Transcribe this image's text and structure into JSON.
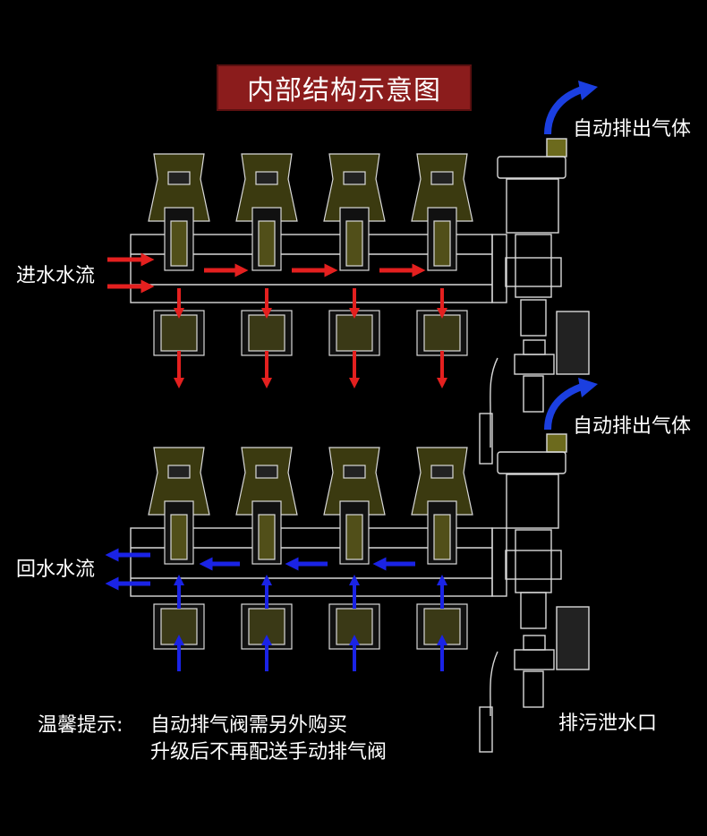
{
  "title": "内部结构示意图",
  "labels": {
    "air_top": "自动排出气体",
    "air_bottom": "自动排出气体",
    "inflow": "进水水流",
    "return_flow": "回水水流",
    "drain": "排污泄水口",
    "tip_prefix": "温馨提示:",
    "tip_line1": "自动排气阀需另外购买",
    "tip_line2": "升级后不再配送手动排气阀"
  },
  "colors": {
    "background": "#000000",
    "title_bg": "#8b1c1c",
    "supply_arrow": "#e4201f",
    "return_arrow": "#1a23e6",
    "air_arrow": "#1b3fe0",
    "valve_olive": "#6c6a1d",
    "line": "#d9d9d9"
  },
  "icons": [
    "air-vent-icon",
    "flow-arrow-icon"
  ]
}
